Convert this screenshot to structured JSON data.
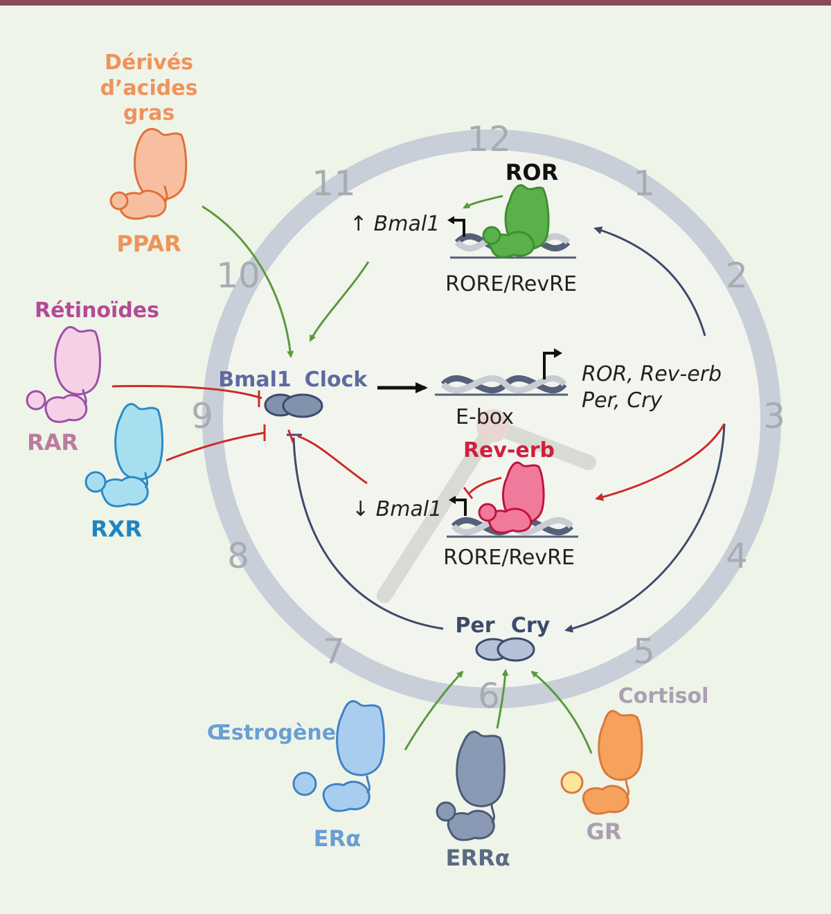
{
  "colors": {
    "background": "#eef4e8",
    "top_bar": "#8a4a58",
    "clock_ring": "#c8cfd8",
    "clock_face": "#f2f5ee",
    "clock_numbers": "#a8acb2",
    "green_arrow": "#5a9a3c",
    "red_inhibit": "#cc2a2a",
    "navy_arrow": "#3d4a6b",
    "ppar": "#f0925c",
    "retinoid": "#b24b95",
    "rar": "#bb7aa0",
    "rxr": "#1f84c2",
    "ror": "#5ab04a",
    "rev_erb": "#d01f3c",
    "estrogen": "#6a9ed4",
    "erralpha": "#5b6a82",
    "cortisol": "#aaa0b0",
    "gr": "#aaa0b0",
    "bmal_clock": "#5e6aa0"
  },
  "clock": {
    "numbers": [
      "12",
      "1",
      "2",
      "3",
      "4",
      "5",
      "6",
      "7",
      "8",
      "9",
      "10",
      "11"
    ]
  },
  "labels": {
    "fatty_acids_line1": "Dérivés",
    "fatty_acids_line2": "d’acides",
    "fatty_acids_line3": "gras",
    "ppar": "PPAR",
    "retinoids": "Rétinoïdes",
    "rar": "RAR",
    "rxr": "RXR",
    "ror": "ROR",
    "bmal1_up": "↑ Bmal1",
    "rore_top": "RORE/RevRE",
    "bmal1": "Bmal1",
    "clock": "Clock",
    "targets_line1": "ROR, Rev-erb",
    "targets_line2": "Per, Cry",
    "ebox": "E-box",
    "rev_erb": "Rev-erb",
    "bmal1_down": "↓ Bmal1",
    "rore_bottom": "RORE/RevRE",
    "per": "Per",
    "cry": "Cry",
    "estrogen": "Œstrogène",
    "er_alpha": "ERα",
    "err_alpha": "ERRα",
    "cortisol": "Cortisol",
    "gr": "GR"
  }
}
